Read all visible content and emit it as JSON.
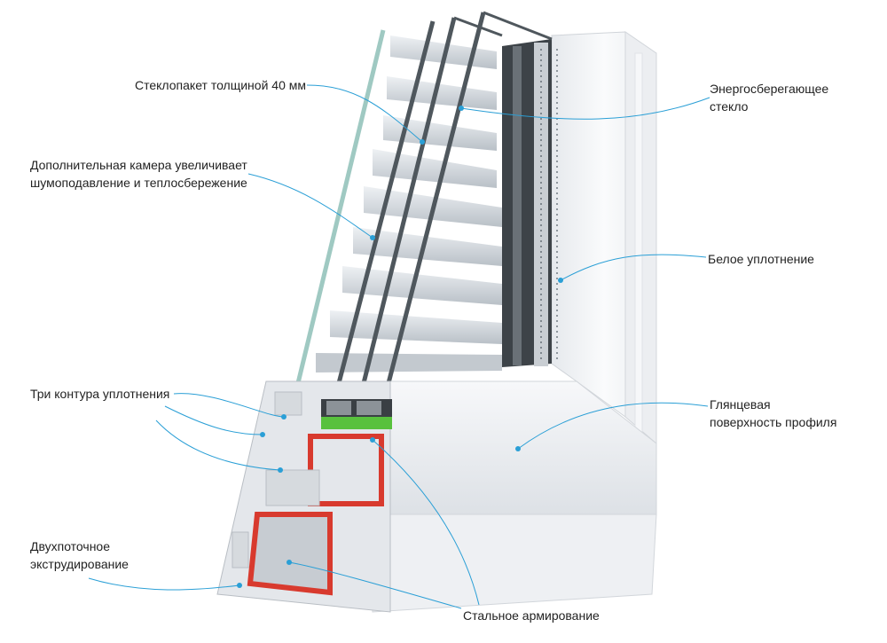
{
  "colors": {
    "leader": "#2a9fd6",
    "frame": "#f2f3f5",
    "frame_shade": "#dfe2e7",
    "glass_edge": "#5a636b",
    "glass_front": "#9fc9c2",
    "blinds": "#dfe3e8",
    "steel": "#d83a2e",
    "seal_green": "#58c13d"
  },
  "labels": {
    "glass_unit": "Стеклопакет толщиной 40 мм",
    "extra_chamber": "Дополнительная камера увеличивает\nшумоподавление и теплосбережение",
    "seals": "Три контура уплотнения",
    "coextrusion": "Двухпоточное\nэкструдирование",
    "steel": "Стальное армирование",
    "energy_glass": "Энергосберегающее\nстекло",
    "white_seal": "Белое уплотнение",
    "glossy": "Глянцевая\nповерхность профиля"
  }
}
